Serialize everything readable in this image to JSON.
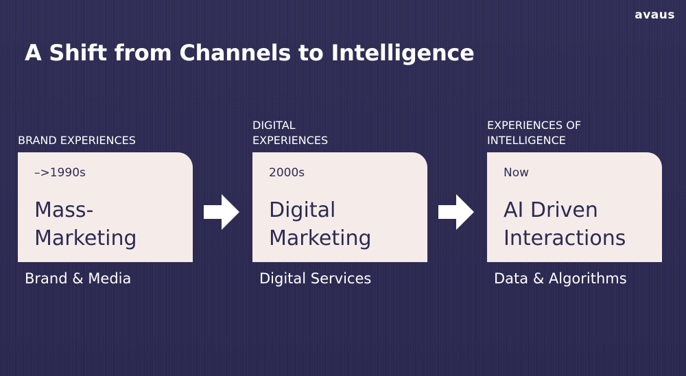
{
  "logo": "avaus",
  "title": "A Shift from Channels to Intelligence",
  "stages": [
    {
      "label": "BRAND EXPERIENCES",
      "era": "–>1990s",
      "heading": "Mass-Marketing",
      "footer": "Brand & Media"
    },
    {
      "label": "DIGITAL EXPERIENCES",
      "era": "2000s",
      "heading": "Digital Marketing",
      "footer": "Digital Services"
    },
    {
      "label": "EXPERIENCES OF INTELLIGENCE",
      "era": "Now",
      "heading": "AI Driven Interactions",
      "footer": "Data & Algorithms"
    }
  ],
  "icons": {
    "arrow": "arrow-right-icon"
  },
  "colors": {
    "background": "#2d2b52",
    "card": "#f5ece9",
    "text_dark": "#2d2b52",
    "text_light": "#ffffff"
  }
}
